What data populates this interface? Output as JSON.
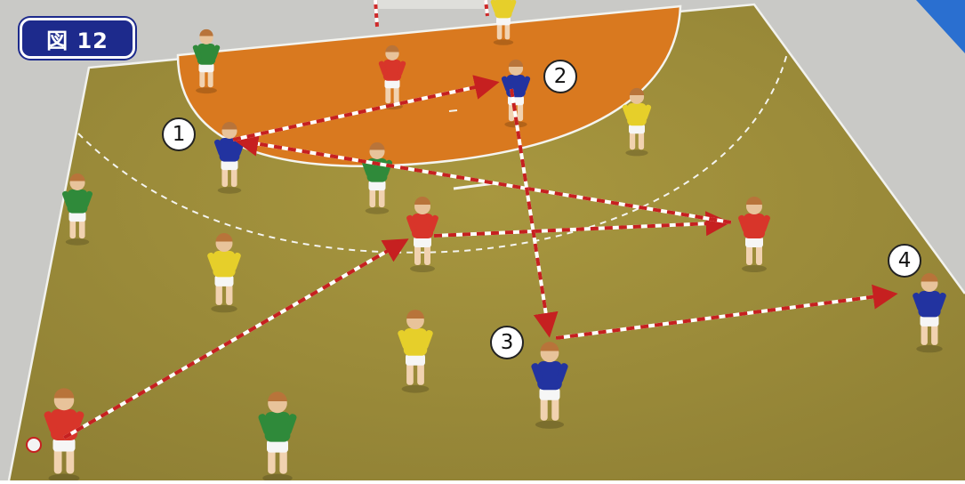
{
  "figure": {
    "label": "図 12"
  },
  "colors": {
    "court": "#9a8a3a",
    "zone": "#d9791f",
    "outside": "#c8c8c6",
    "team_red": "#d8352a",
    "team_blue": "#2233a0",
    "team_green": "#2f8a3a",
    "team_yellow": "#e6cf2a",
    "pass_arrow": "#c62020"
  },
  "markers": [
    {
      "id": "1",
      "label": "1"
    },
    {
      "id": "2",
      "label": "2"
    },
    {
      "id": "3",
      "label": "3"
    },
    {
      "id": "4",
      "label": "4"
    }
  ],
  "pass_sequence": [
    {
      "from": "red-player-corner",
      "to": "red-player-center"
    },
    {
      "from": "red-player-center",
      "to": "red-player-right"
    },
    {
      "from": "red-player-right",
      "to": "blue-player-1"
    },
    {
      "from": "blue-player-1",
      "to": "blue-player-2"
    },
    {
      "from": "blue-player-2",
      "to": "blue-player-3"
    },
    {
      "from": "blue-player-3",
      "to": "blue-player-4"
    }
  ]
}
